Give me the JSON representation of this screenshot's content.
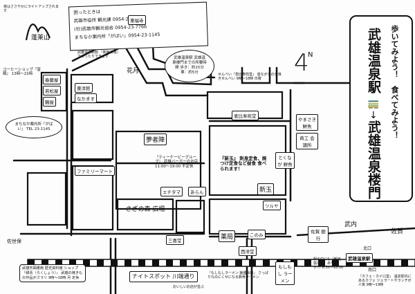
{
  "banner": {
    "walk": "歩いてみよう！",
    "eat": "食べてみよう！",
    "from": "武雄温泉駅",
    "arrow": "↓",
    "to": "武雄温泉楼門"
  },
  "contact": {
    "title": "困ったときは",
    "lines": [
      "武雄市役所 観光課 0954-23-9237",
      "(社)武雄市観光協会 0954-23-7766",
      "まちなか案内所「がばい」0954-23-1145"
    ]
  },
  "north": {
    "arrow": "4",
    "label": "N"
  },
  "places": [
    "東福寺",
    "春慶屋",
    "若松屋",
    "鶴屋",
    "東洋館",
    "なかます",
    "花月",
    "さぎの森 広場",
    "夢者陣",
    "エチタマ",
    "あらん",
    "恵比寿煎堂",
    "やまさき 鮮魚",
    "商工 会議所",
    "とくなが 鮮魚",
    "新玉",
    "ツルヤ",
    "薬局",
    "このみ",
    "三喜堂",
    "西洋堂",
    "佐賀 銀行",
    "武内",
    "佐賀",
    "もしもし ラーメン",
    "武雄温泉駅",
    "南口",
    "ナイトスポット 川端通り",
    "ファミリーマート",
    "北口",
    "さぎの森"
  ],
  "notes": {
    "mountain": "蓬莱山",
    "mountain_note": "夜はささやかにライトアップされます",
    "coffee": "コーヒーショップ『富蔵』 13時～22時",
    "shinkan": "武雄温泉新館 『新館の湯』でゆったりできます",
    "sagaroad": "佐世保",
    "library": "武雄市図書館 歴史資料館 ショップ『緑青（ろくしょう）』 武雄の焼きもの作品がズラリ 9時～18時 月 定休",
    "gabai": "まちなか案内所「がばい」 TEL 23-1145",
    "burger": "『ティーケービーグループ』 武雄バーガーのお店 11:00～19:00 不定休",
    "shingyoku": "『新玉』 刺身定食、焼つけ定食など昼食 食べられます！",
    "senbei": "せんべい『恵比寿煎堂』 昔ながらの手焼きせんべい 9時～18時 日曜",
    "ramen": "『もしもしラーメン 飯盛会館』 さっぱりなのにくせになる豚骨ラーメン",
    "station_info": "駅の中にも『観光案内所』あります!!! 8:30～18:00",
    "cafe": "『カフェ・カイロ堂』 温泉駅内にあるカフェ ジェラートやランチが人気 9時～19時",
    "kawabata": "おいしいお店が並ぶ",
    "bubble": "武雄温泉駅 武雄温泉楼門までの所要時間 歩き：約15分 車：約5分"
  }
}
